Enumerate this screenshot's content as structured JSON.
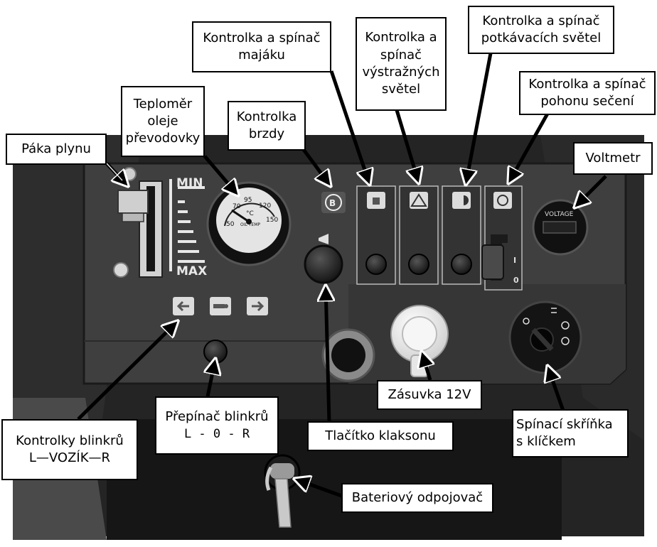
{
  "panel": {
    "scale_min": "MIN",
    "scale_max": "MAX",
    "gauge_ticks": [
      "50",
      "70",
      "95",
      "120",
      "150"
    ],
    "gauge_unit": "°C",
    "gauge_caption": "OIL TEMP",
    "voltmeter_caption": "VOLTAGE",
    "switch_on": "I",
    "switch_off": "0"
  },
  "labels": {
    "throttle": "Páka plynu",
    "thermometer": "Teploměr\noleje\npřevodovky",
    "brake": "Kontrolka\nbrzdy",
    "beacon": "Kontrolka a spínač\nmajáku",
    "hazard": "Kontrolka a\nspínač\nvýstražných\nsvětel",
    "low_beam": "Kontrolka a spínač\npotkávacích světel",
    "mower": "Kontrolka a spínač\npohonu sečení",
    "voltmeter": "Voltmetr",
    "indicators": "Kontrolky blinkrů\nL—VOZÍK—R",
    "indicator_switch_title": "Přepínač blinkrů",
    "indicator_switch_positions": "L  -  0  -  R",
    "horn": "Tlačítko klaksonu",
    "socket": "Zásuvka 12V",
    "ignition": "Spínací skříňka\ns klíčkem",
    "battery": "Bateriový odpojovač"
  },
  "colors": {
    "panel": "#3e3e3e",
    "frame": "#1b1b1b",
    "indicator_tile": "#dcdcdc"
  }
}
